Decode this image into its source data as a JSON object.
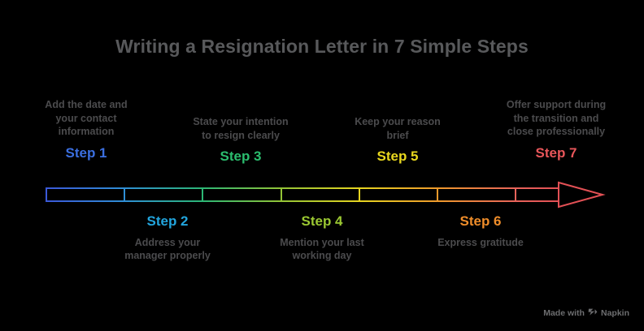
{
  "title": "Writing a Resignation Letter in 7 Simple Steps",
  "background_color": "#000000",
  "title_color": "#58595b",
  "description_color": "#4b4b4d",
  "chart_data": {
    "type": "timeline",
    "title": "Writing a Resignation Letter in 7 Simple Steps",
    "orientation": "horizontal-arrow",
    "segment_count": 7,
    "categories": [
      "Step 1",
      "Step 2",
      "Step 3",
      "Step 4",
      "Step 5",
      "Step 6",
      "Step 7"
    ],
    "values": [
      "Add the date and your contact information",
      "Address your manager properly",
      "State your intention to resign clearly",
      "Mention your last working day",
      "Keep your reason brief",
      "Express gratitude",
      "Offer support during the transition and close professionally"
    ],
    "colors": [
      "#3b6fe0",
      "#22a5dd",
      "#2bbd6e",
      "#9bc832",
      "#e8d71e",
      "#ef8d2a",
      "#e8565a"
    ]
  },
  "steps": [
    {
      "label": "Step 1",
      "color": "#3b6fe0",
      "position": "above",
      "desc_lines": [
        "Add the date and",
        "your contact",
        "information"
      ]
    },
    {
      "label": "Step 2",
      "color": "#22a5dd",
      "position": "below",
      "desc_lines": [
        "Address your",
        "manager properly"
      ]
    },
    {
      "label": "Step 3",
      "color": "#2bbd6e",
      "position": "above",
      "desc_lines": [
        "State your intention",
        "to resign clearly"
      ]
    },
    {
      "label": "Step 4",
      "color": "#9bc832",
      "position": "below",
      "desc_lines": [
        "Mention your last",
        "working day"
      ]
    },
    {
      "label": "Step 5",
      "color": "#e8d71e",
      "position": "above",
      "desc_lines": [
        "Keep your reason",
        "brief"
      ]
    },
    {
      "label": "Step 6",
      "color": "#ef8d2a",
      "position": "below",
      "desc_lines": [
        "Express gratitude"
      ]
    },
    {
      "label": "Step 7",
      "color": "#e8565a",
      "position": "above",
      "desc_lines": [
        "Offer support during",
        "the transition and",
        "close professionally"
      ]
    }
  ],
  "watermark": {
    "prefix": "Made with",
    "brand": "Napkin"
  }
}
